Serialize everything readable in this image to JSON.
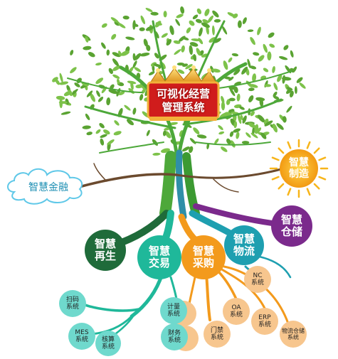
{
  "title": {
    "line1": "可视化经营",
    "line2": "管理系统"
  },
  "branches": {
    "finance": "智慧金融",
    "manufacturing": "智慧\n制造",
    "warehouse": "智慧\n仓储",
    "logistics": "智慧\n物流",
    "procurement": "智慧\n采购",
    "trade": "智慧\n交易",
    "regeneration": "智慧\n再生"
  },
  "systems": {
    "nc": "NC\n系统",
    "oa": "OA\n系统",
    "erp": "ERP\n系统",
    "wms": "物流仓储\n系统",
    "access": "门禁\n系统",
    "metering": "计量\n系统",
    "finance_sys": "财务\n系统",
    "scan": "扫码\n系统",
    "mes": "MES\n系统",
    "accounting": "核算\n系统"
  },
  "colors": {
    "leaf": "#7dc24a",
    "leaf_dark": "#5aa332",
    "trunk_green": "#4da83a",
    "trunk_teal": "#2f8fa8",
    "root_brown": "#6b4a2e",
    "regeneration": "#1f6b3a",
    "trade": "#1fb89a",
    "procurement": "#f39a1c",
    "logistics": "#1e9fb0",
    "warehouse": "#7b2a8c",
    "sun": "#f7b51a",
    "cloud": "#5fc8e8",
    "crown_gold": "#f2b13a",
    "crown_red": "#d01c1c",
    "sys_teal": "#6fd9cd",
    "sys_orange": "#f7c68e"
  }
}
